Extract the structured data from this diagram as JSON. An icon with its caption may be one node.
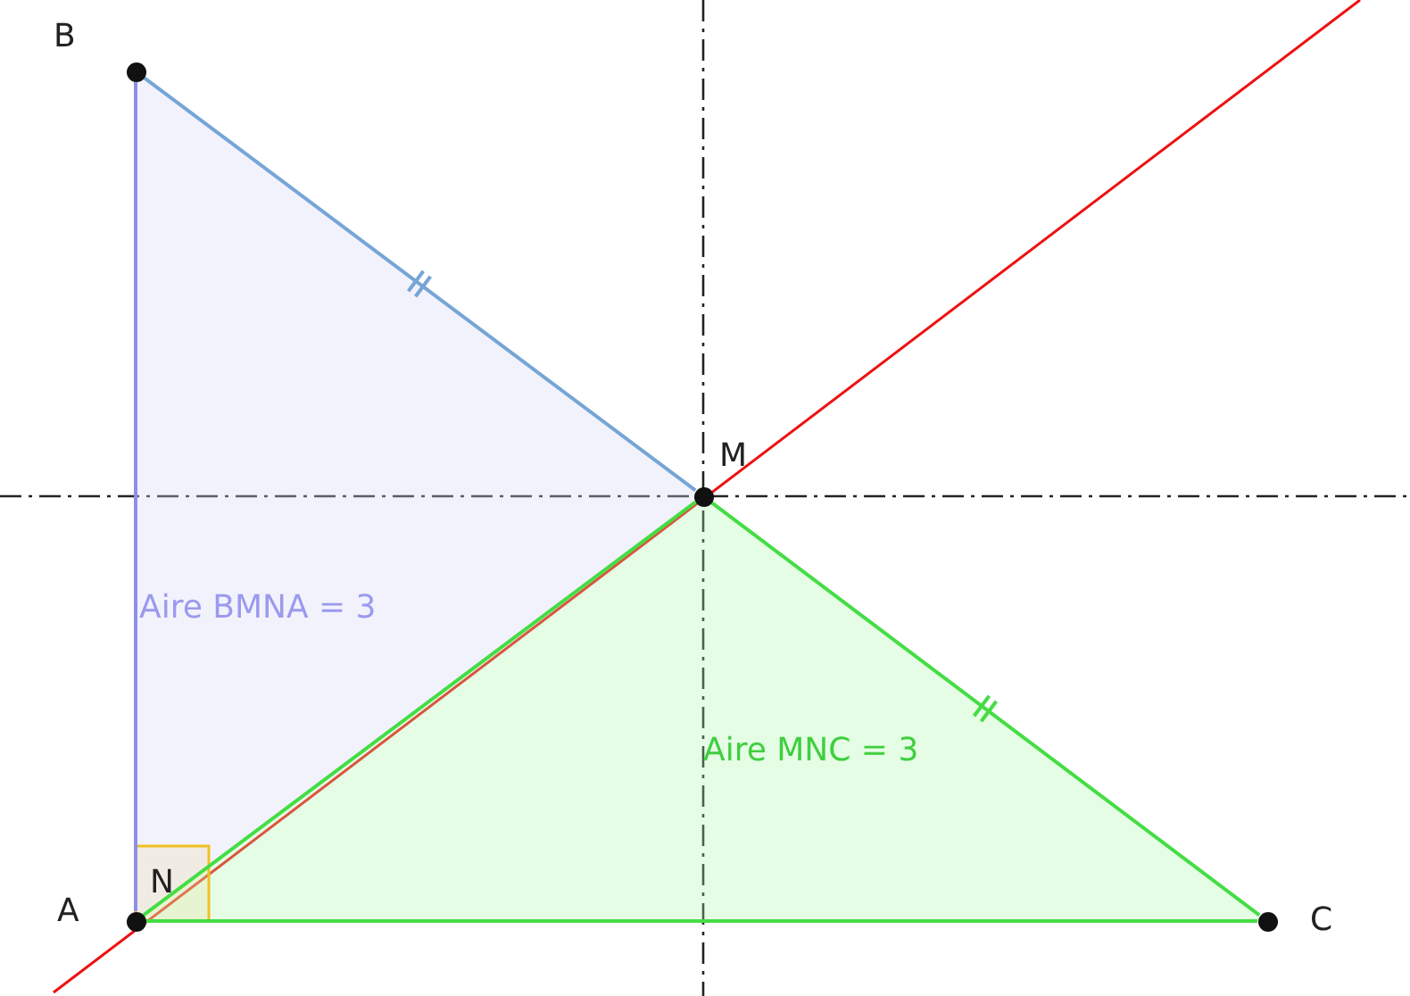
{
  "diagram": {
    "nodes": [
      {
        "text": [],
        "shape": "circle",
        "beside": [
          "B"
        ]
      },
      {
        "text": [],
        "shape": "circle",
        "beside": [
          "M"
        ]
      },
      {
        "text": [],
        "shape": "circle",
        "beside": [
          "A"
        ]
      },
      {
        "text": [],
        "shape": "circle",
        "beside": [
          "C"
        ]
      }
    ],
    "edges": [
      {
        "from": 0,
        "to": 1,
        "arrow": "none",
        "color": "#76a5d6"
      },
      {
        "from": 1,
        "to": 3,
        "arrow": "none"
      },
      {
        "from": 2,
        "to": 3,
        "arrow": "none"
      },
      {
        "from": 2,
        "to": 1,
        "arrow": "none"
      },
      {
        "from": 2,
        "to": 0,
        "arrow": "none",
        "color": "#8f8fe8"
      }
    ],
    "labels": [
      "Aire BMNA = 3",
      "Aire MNC = 3",
      "N"
    ]
  }
}
